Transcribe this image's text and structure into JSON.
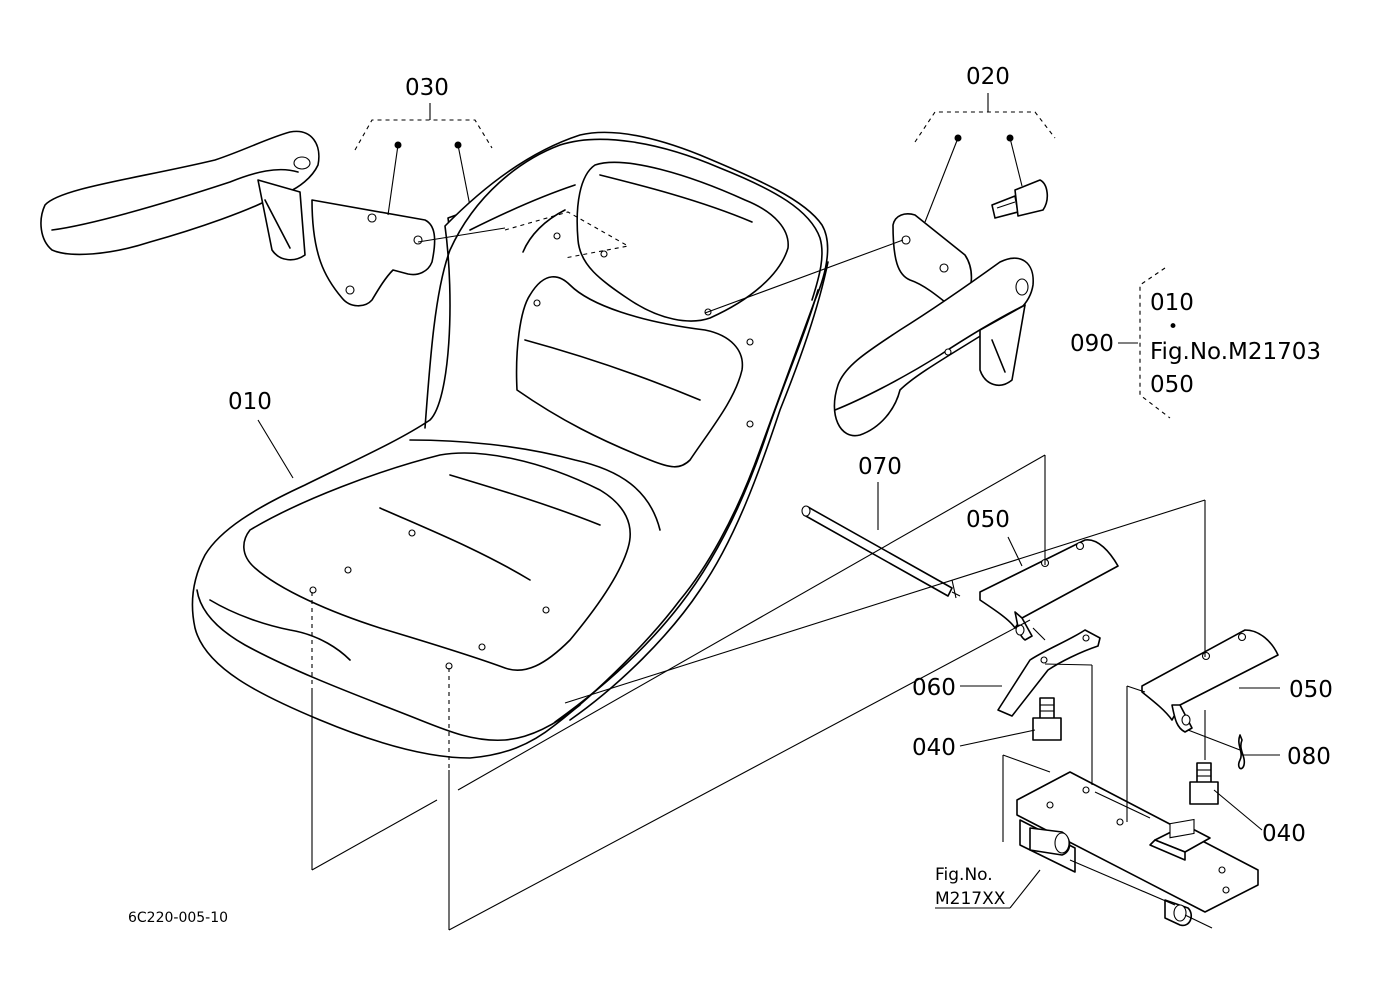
{
  "callouts": {
    "p010_seat": "010",
    "p020": "020",
    "p030": "030",
    "p040_left": "040",
    "p040_right": "040",
    "p050_top": "050",
    "p050_right": "050",
    "p060": "060",
    "p070": "070",
    "p080": "080",
    "p090": "090"
  },
  "assembly_note": {
    "line1": "010",
    "dot": "•",
    "line2": "Fig.No.M21703",
    "line3": "050"
  },
  "fig_ref": {
    "line1": "Fig.No.",
    "line2": "M217XX"
  },
  "drawing_code": "6C220-005-10"
}
